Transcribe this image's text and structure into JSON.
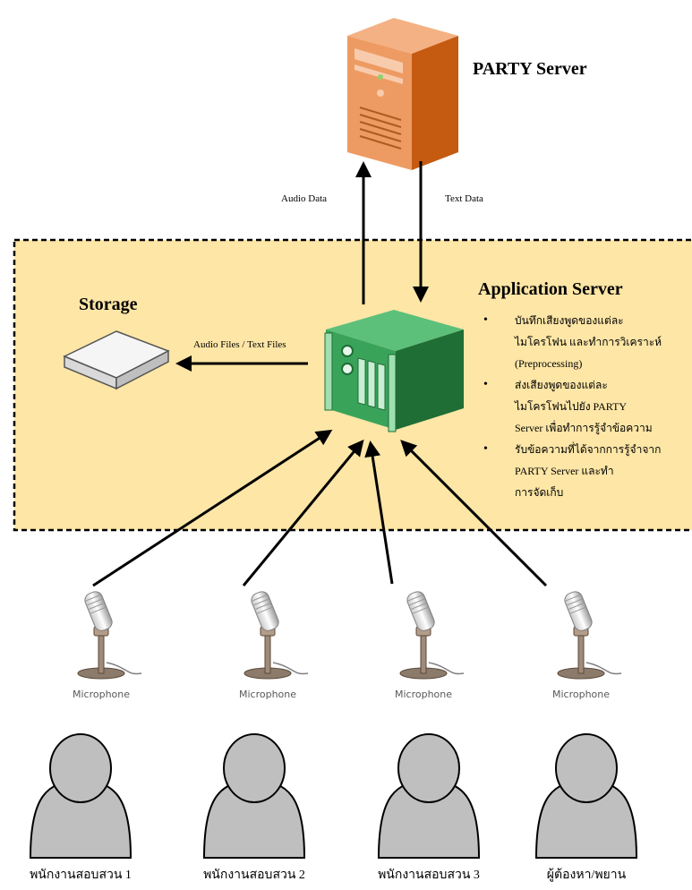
{
  "party_server": {
    "title": "PARTY Server"
  },
  "arrows": {
    "audio_data": "Audio Data",
    "text_data": "Text Data",
    "files": "Audio Files / Text Files"
  },
  "storage": {
    "title": "Storage"
  },
  "app_server": {
    "title": "Application Server",
    "bullets": [
      "บันทึกเสียงพูดของแต่ละ\nไมโครโฟน และทำการวิเคราะห์\n(Preprocessing)",
      "ส่งเสียงพูดของแต่ละ\nไมโครโฟนไปยัง PARTY\nServer เพื่อทำการรู้จำข้อความ",
      "รับข้อความที่ได้จากการรู้จำจาก\nPARTY Server และทำ\nการจัดเก็บ"
    ],
    "bullet_symbol": "•"
  },
  "microphones": [
    "Microphone",
    "Microphone",
    "Microphone",
    "Microphone"
  ],
  "people": [
    "พนักงานสอบสวน 1",
    "พนักงานสอบสวน 2",
    "พนักงานสอบสวน 3",
    "ผู้ต้องหา/พยาน"
  ],
  "colors": {
    "zone_fill": "#fde6a6",
    "server_orange": "#e07b39",
    "rack_green": "#3aa35a",
    "person_gray": "#bfbfbf"
  }
}
